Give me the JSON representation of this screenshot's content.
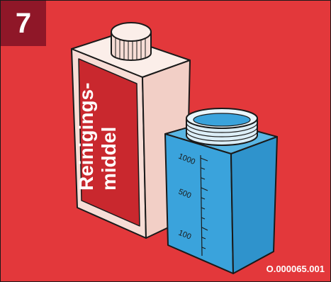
{
  "step_number": "7",
  "bottle_label": {
    "line1": "Reinigings-",
    "line2": "middel"
  },
  "container_scale": [
    "1000",
    "500",
    "100"
  ],
  "reference_code": "O.000065.001",
  "colors": {
    "background": "#e3383b",
    "badge": "#8f1728",
    "label": "#c9282e",
    "bottle": "#f7ddd6",
    "liquid": "#3aa3dc"
  }
}
